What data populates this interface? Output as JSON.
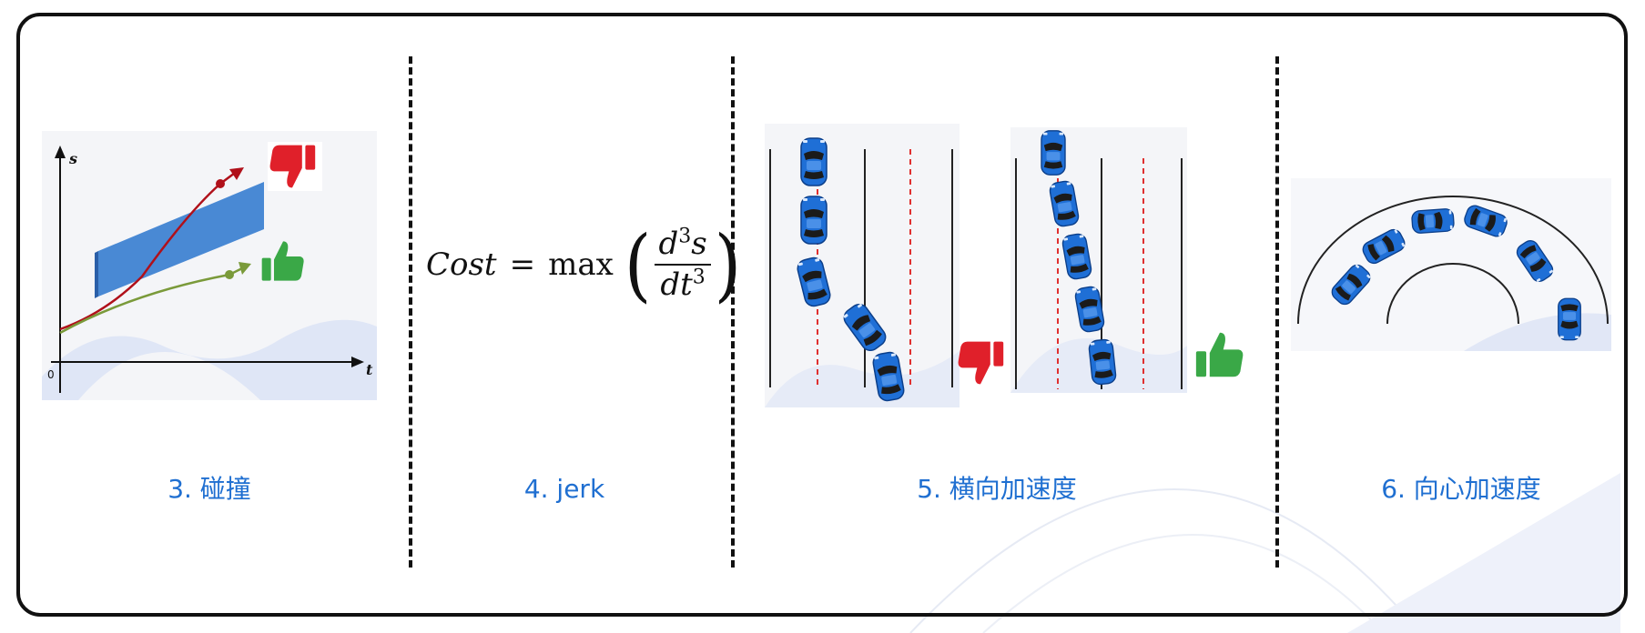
{
  "sections": [
    {
      "id": "collision",
      "caption": "3. 碰撞"
    },
    {
      "id": "jerk",
      "caption": "4. jerk"
    },
    {
      "id": "lateral",
      "caption": "5. 横向加速度"
    },
    {
      "id": "centripetal",
      "caption": "6. 向心加速度"
    }
  ],
  "plot": {
    "y_axis_label": "s",
    "x_axis_label": "t",
    "origin_label": "0"
  },
  "formula": {
    "lhs": "Cost",
    "equals": "=",
    "operator": "max",
    "numerator_base": "d",
    "numerator_power": "3",
    "numerator_var": "s",
    "denominator_base": "dt",
    "denominator_power": "3"
  },
  "icons": {
    "collision_bad": "thumbs-down-icon",
    "collision_good": "thumbs-up-icon",
    "lateral_bad": "thumbs-down-icon",
    "lateral_good": "thumbs-up-icon"
  },
  "colors": {
    "caption": "#1f6fd1",
    "car": "#1f6fd6",
    "bad": "#e0202a",
    "good": "#3aa847",
    "bad_curve": "#b0101a",
    "good_curve": "#7a9a3a",
    "obstacle": "#3a7fd0",
    "lane_dash": "#e03030"
  }
}
